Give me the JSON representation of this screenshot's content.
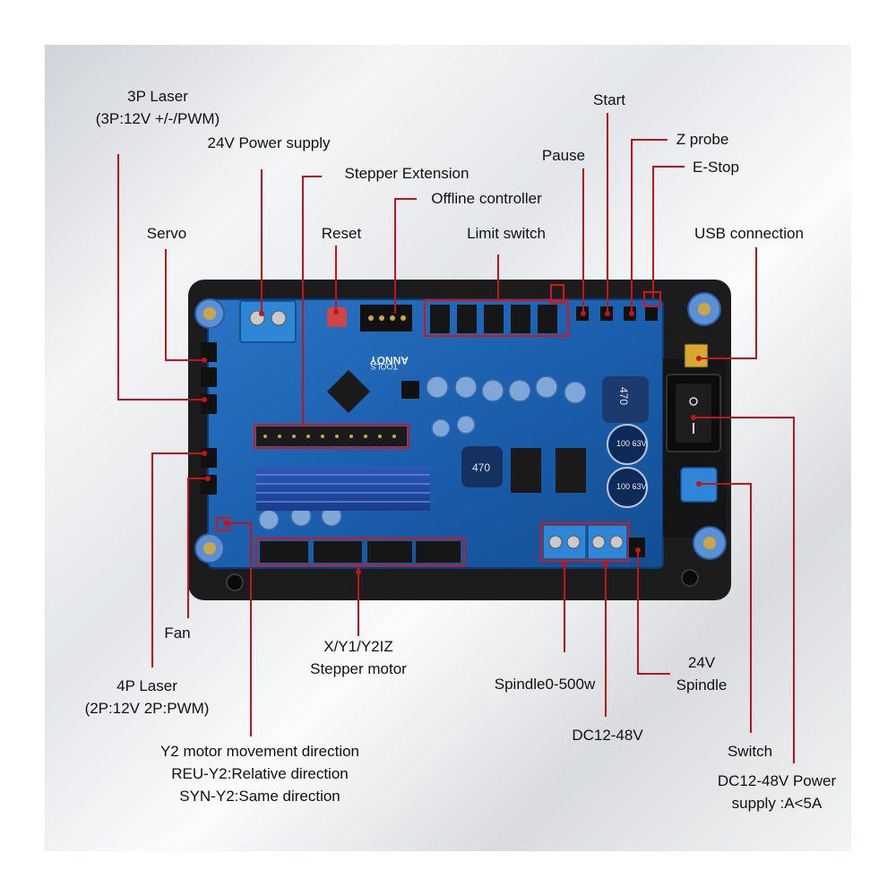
{
  "labels": {
    "laser3p_1": "3P Laser",
    "laser3p_2": "(3P:12V +/-/PWM)",
    "power24v": "24V Power supply",
    "stepper_ext": "Stepper Extension",
    "offline_ctrl": "Offline controller",
    "servo": "Servo",
    "reset": "Reset",
    "limit_switch": "Limit switch",
    "pause": "Pause",
    "start": "Start",
    "z_probe": "Z probe",
    "e_stop": "E-Stop",
    "usb": "USB connection",
    "fan": "Fan",
    "laser4p_1": "4P Laser",
    "laser4p_2": "(2P:12V 2P:PWM)",
    "stepper_motor_1": "X/Y1/Y2IZ",
    "stepper_motor_2": "Stepper motor",
    "spindle500": "Spindle0-500w",
    "spindle24v_1": "24V",
    "spindle24v_2": "Spindle",
    "dc1248": "DC12-48V",
    "switch": "Switch",
    "dcpower_1": "DC12-48V Power",
    "dcpower_2": "supply :A<5A",
    "y2dir_1": "Y2 motor movement direction",
    "y2dir_2": "REU-Y2:Relative direction",
    "y2dir_3": "SYN-Y2:Same direction"
  },
  "board": {
    "brand_1": "ANNOY",
    "brand_2": "TOOLS",
    "cap_1": "100\n63V",
    "cap_2": "100\n63V",
    "ind_1": "470",
    "ind_2": "470"
  },
  "colors": {
    "pcb": "#1b5fae",
    "pcb_dark": "#0d3a75",
    "plate": "#1c1c1c",
    "leader": "#c0151a",
    "terminal": "#2f86d6"
  }
}
